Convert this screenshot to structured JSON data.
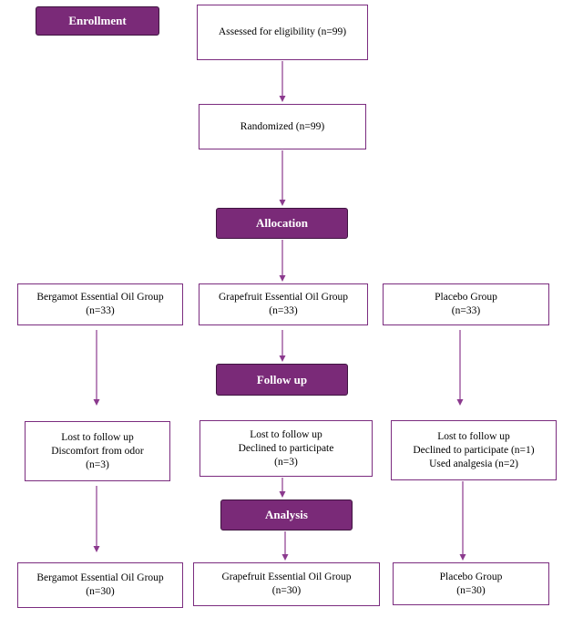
{
  "stages": {
    "enrollment": "Enrollment",
    "allocation": "Allocation",
    "follow_up": "Follow up",
    "analysis": "Analysis"
  },
  "boxes": {
    "assessed": "Assessed for eligibility (n=99)",
    "randomized": "Randomized (n=99)",
    "allocation_bergamot": [
      "Bergamot Essential Oil Group",
      "(n=33)"
    ],
    "allocation_grapefruit": [
      "Grapefruit Essential Oil Group",
      "(n=33)"
    ],
    "allocation_placebo": [
      "Placebo Group",
      "(n=33)"
    ],
    "followup_bergamot": [
      "Lost to follow up",
      "Discomfort from odor",
      "(n=3)"
    ],
    "followup_grapefruit": [
      "Lost to follow up",
      "Declined to participate",
      "(n=3)"
    ],
    "followup_placebo": [
      "Lost to follow up",
      "Declined to participate (n=1)",
      "Used analgesia (n=2)"
    ],
    "analysis_bergamot": [
      "Bergamot Essential Oil Group",
      "(n=30)"
    ],
    "analysis_grapefruit": [
      "Grapefruit Essential Oil Group",
      "(n=30)"
    ],
    "analysis_placebo": [
      "Placebo Group",
      "(n=30)"
    ]
  },
  "colors": {
    "stage_fill": "#7a2a78",
    "stage_text": "#ffffff",
    "box_border": "#7b2c7f",
    "arrow": "#8b3a8e"
  }
}
